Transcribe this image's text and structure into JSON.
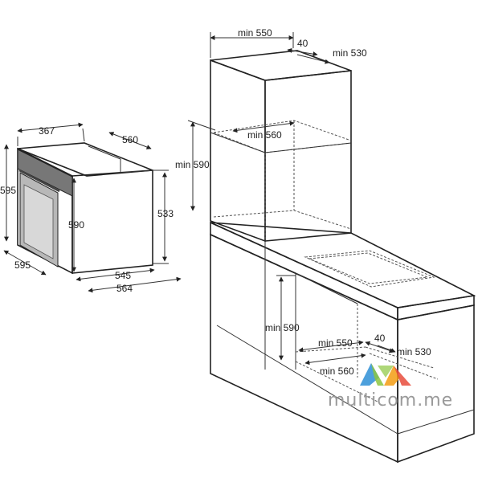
{
  "oven_dims": {
    "depth_top": "367",
    "side_depth": "560",
    "height_left": "595",
    "height_front": "590",
    "height_side": "533",
    "width_front": "595",
    "bottom_depth_inner": "545",
    "bottom_depth_outer": "564"
  },
  "upper_niche": {
    "width": "min 550",
    "gap": "40",
    "depth": "min 530",
    "inner_width": "min 560",
    "height": "min 590"
  },
  "lower_niche": {
    "height": "min 590",
    "width": "min 550",
    "gap": "40",
    "depth": "min 530",
    "inner_width": "min 560"
  },
  "watermark": {
    "text": "multicom.me",
    "logo_colors": [
      "#2e8fd6",
      "#8cc63f",
      "#f39c12",
      "#e74c3c"
    ]
  }
}
